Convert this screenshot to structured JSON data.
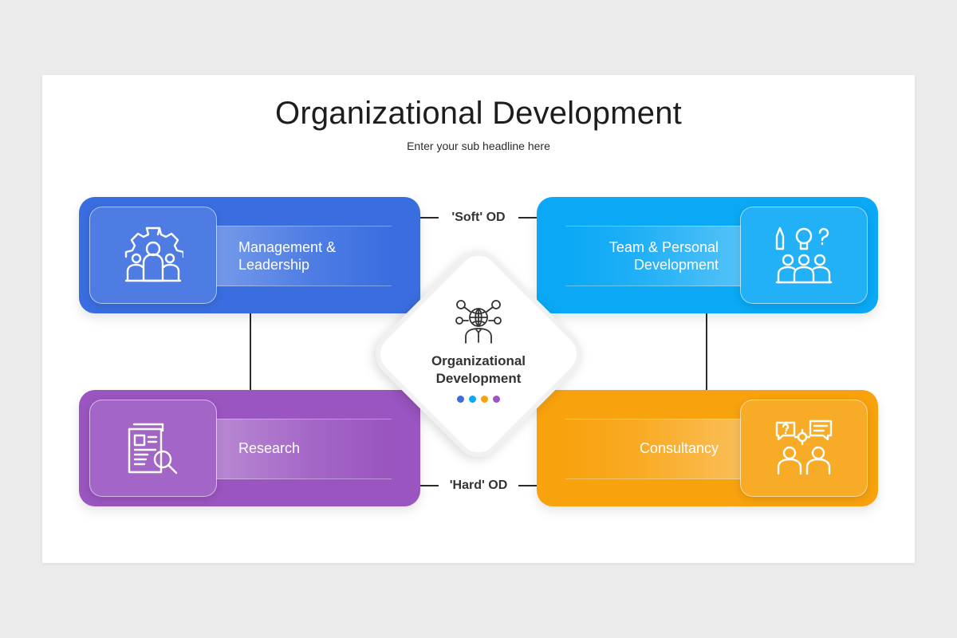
{
  "header": {
    "title": "Organizational Development",
    "subtitle": "Enter your sub headline here"
  },
  "labels": {
    "soft": "'Soft' OD",
    "hard": "'Hard' OD"
  },
  "center": {
    "title_line1": "Organizational",
    "title_line2": "Development",
    "icon": "global-network-person-icon"
  },
  "cards": [
    {
      "key": "management",
      "line1": "Management &",
      "line2": "Leadership",
      "color": "#3a6ee0",
      "icon": "gear-team-icon"
    },
    {
      "key": "team",
      "line1": "Team & Personal",
      "line2": "Development",
      "color": "#0aa8f5",
      "icon": "team-ideas-icon"
    },
    {
      "key": "research",
      "line1": "Research",
      "line2": "",
      "color": "#9a55c0",
      "icon": "document-search-icon"
    },
    {
      "key": "consultancy",
      "line1": "Consultancy",
      "line2": "",
      "color": "#f8a20e",
      "icon": "consultation-icon"
    }
  ],
  "colors": {
    "blue": "#3a6ee0",
    "sky": "#0aa8f5",
    "purple": "#9a55c0",
    "orange": "#f8a20e"
  }
}
